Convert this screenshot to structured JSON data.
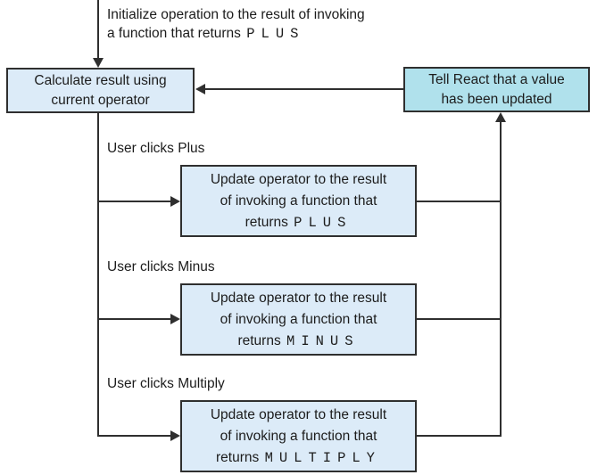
{
  "diagram": {
    "init": {
      "line1": "Initialize operation to the result of invoking",
      "line2_prefix": "a function that returns",
      "line2_code": "PLUS"
    },
    "calc_box": {
      "line1": "Calculate result using",
      "line2": "current operator"
    },
    "react_box": {
      "line1": "Tell React that a value",
      "line2": "has been updated"
    },
    "branches": [
      {
        "label": "User clicks Plus",
        "box_line1": "Update operator to the result",
        "box_line2": "of invoking a function that",
        "box_line3_prefix": "returns",
        "box_line3_code": "PLUS"
      },
      {
        "label": "User clicks Minus",
        "box_line1": "Update operator to the result",
        "box_line2": "of invoking a function that",
        "box_line3_prefix": "returns",
        "box_line3_code": "MINUS"
      },
      {
        "label": "User clicks Multiply",
        "box_line1": "Update operator to the result",
        "box_line2": "of invoking a function that",
        "box_line3_prefix": "returns",
        "box_line3_code": "MULTIPLY"
      }
    ],
    "colors": {
      "node_fill_light_blue": "#dcebf8",
      "node_fill_cyan": "#b0e1ec",
      "line": "#2f2f2f",
      "background": "#ffffff"
    }
  }
}
